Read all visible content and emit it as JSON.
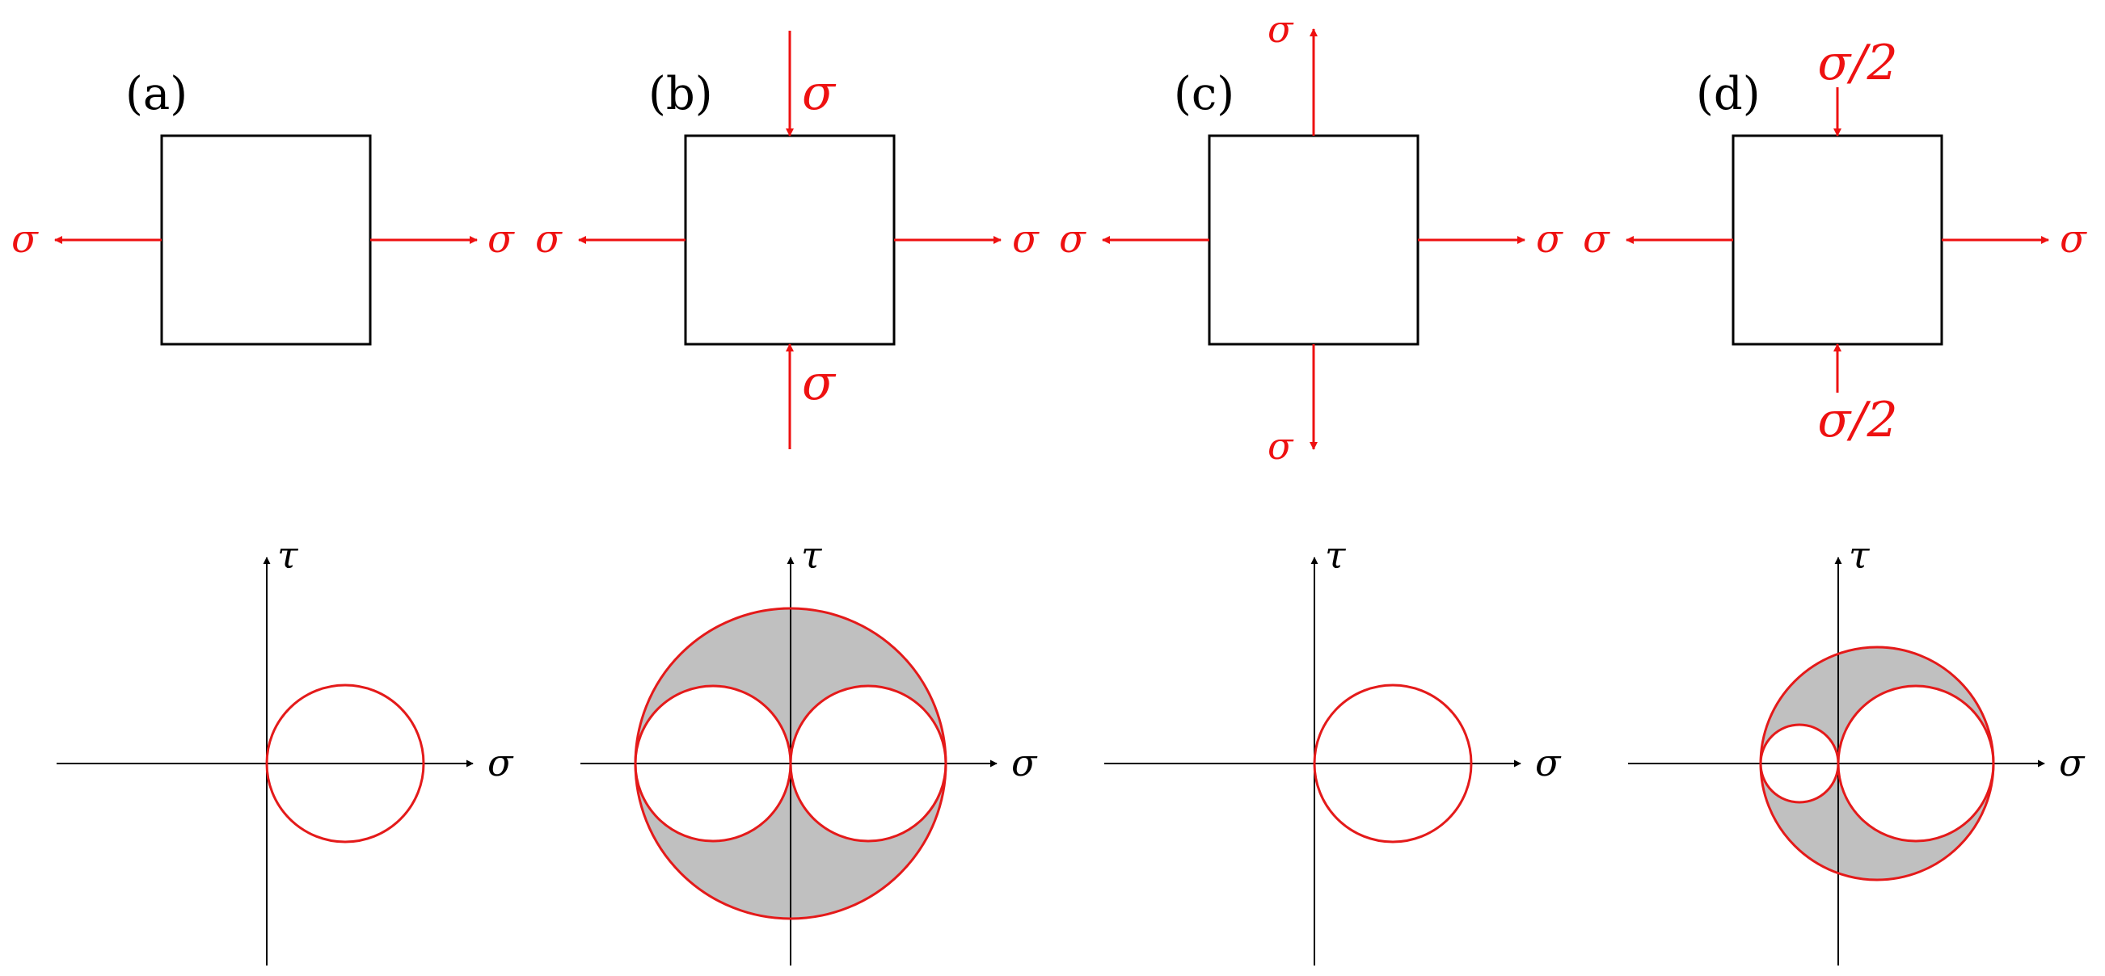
{
  "colors": {
    "force": "#ee1111",
    "outline": "#000000",
    "shade": "#c0c0c0",
    "circle": "#e41a1a"
  },
  "panels": [
    {
      "label": "(a)",
      "loads": {
        "left": "σ",
        "right": "σ",
        "top": "",
        "bottom": ""
      },
      "mohr": {
        "x_label": "σ",
        "y_label": "τ"
      }
    },
    {
      "label": "(b)",
      "loads": {
        "left": "σ",
        "right": "σ",
        "top": "σ",
        "bottom": "σ"
      },
      "mohr": {
        "x_label": "σ",
        "y_label": "τ"
      }
    },
    {
      "label": "(c)",
      "loads": {
        "left": "σ",
        "right": "σ",
        "top": "σ",
        "bottom": "σ"
      },
      "mohr": {
        "x_label": "σ",
        "y_label": "τ"
      }
    },
    {
      "label": "(d)",
      "loads": {
        "left": "σ",
        "right": "σ",
        "top": "σ/2",
        "bottom": "σ/2"
      },
      "mohr": {
        "x_label": "σ",
        "y_label": "τ"
      }
    }
  ]
}
